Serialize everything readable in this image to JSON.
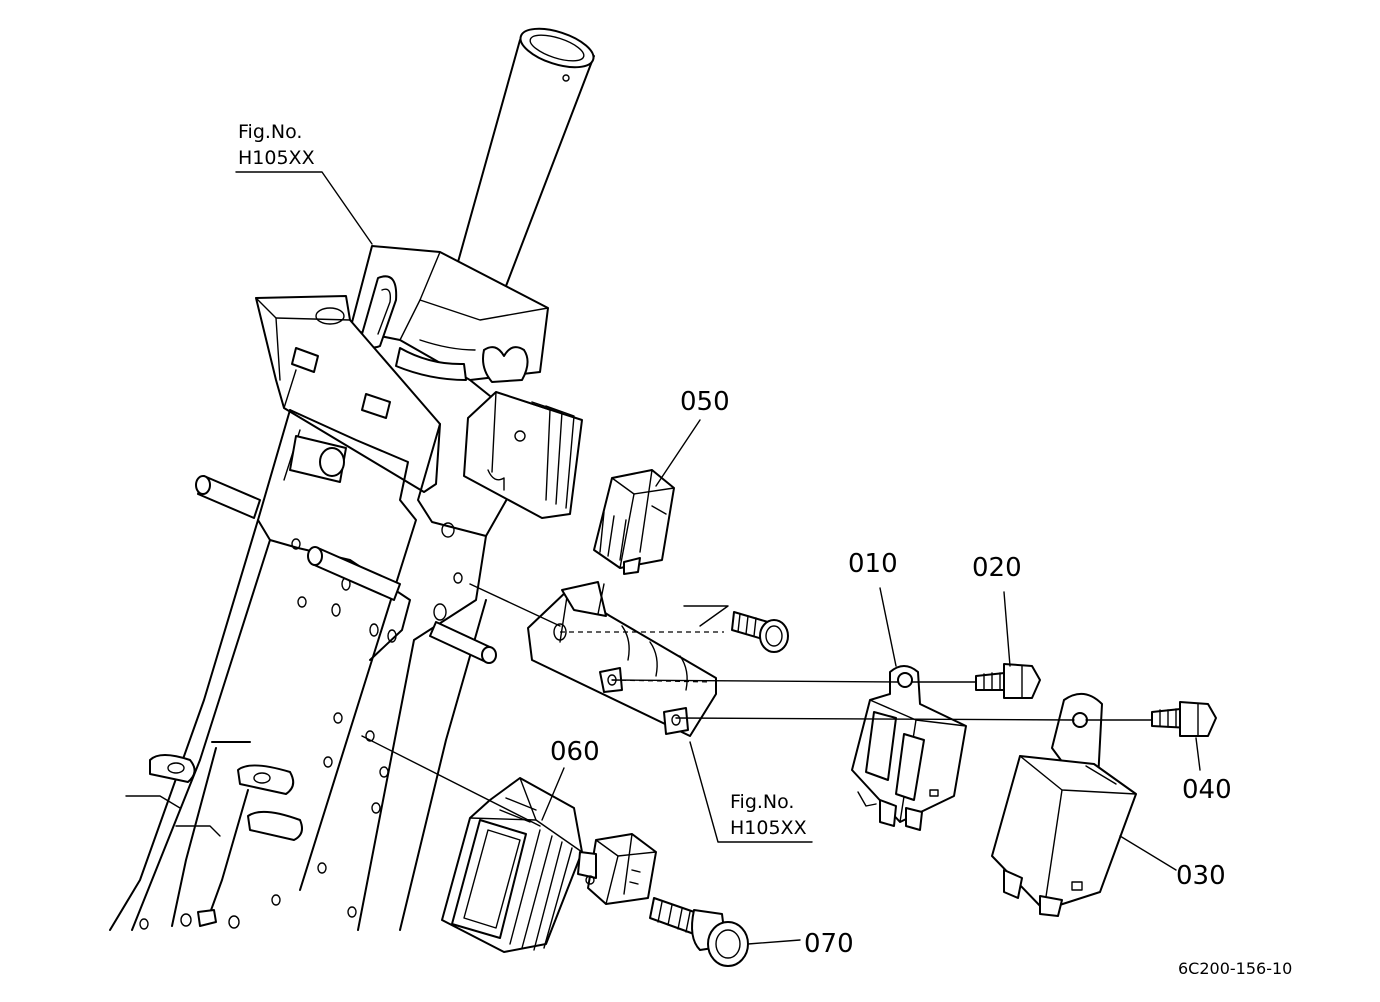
{
  "diagram": {
    "figure_code": "6C200-156-10",
    "fig_refs": [
      {
        "line1": "Fig.No.",
        "line2": "H105XX"
      },
      {
        "line1": "Fig.No.",
        "line2": "H105XX"
      }
    ],
    "parts": [
      {
        "number": "010"
      },
      {
        "number": "020"
      },
      {
        "number": "030"
      },
      {
        "number": "040"
      },
      {
        "number": "050"
      },
      {
        "number": "060"
      },
      {
        "number": "070"
      }
    ]
  }
}
